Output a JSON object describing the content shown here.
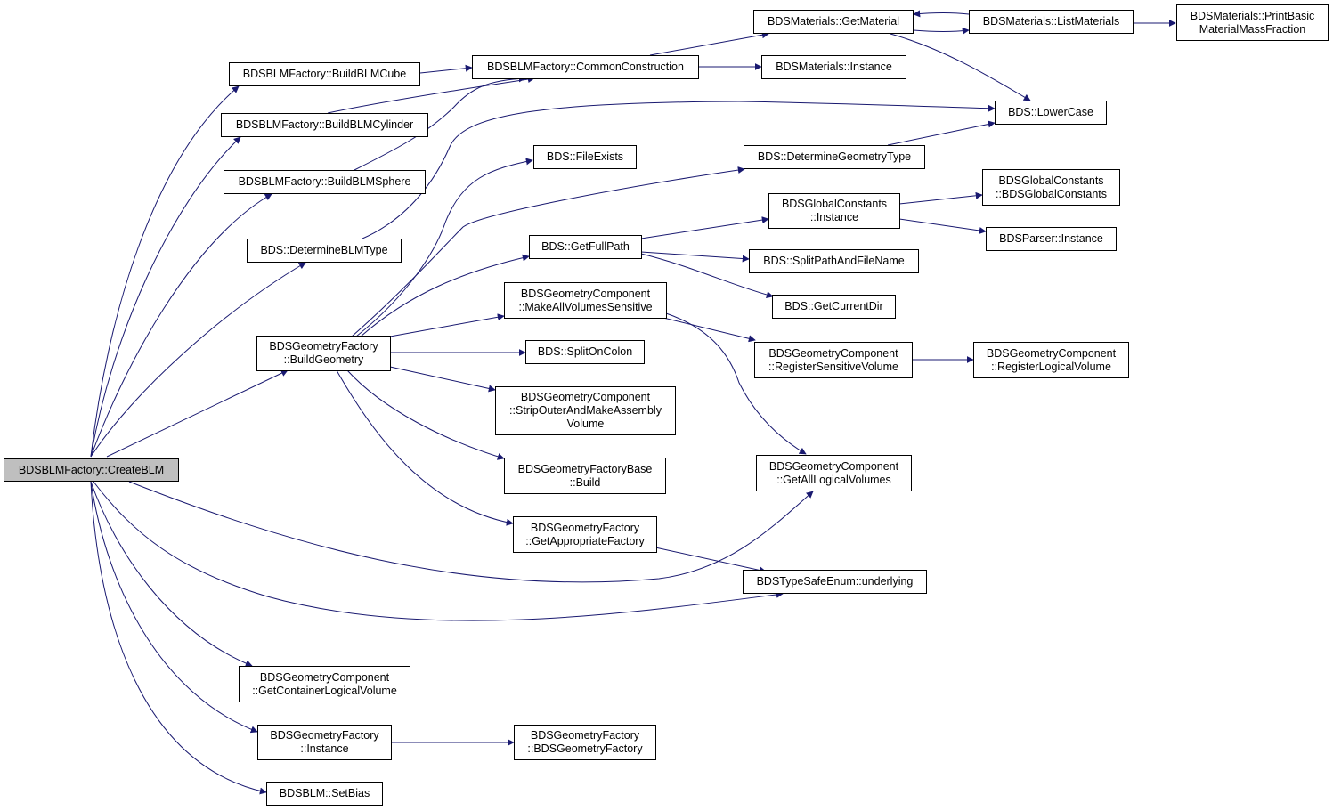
{
  "colors": {
    "edge": "#191970",
    "node_border": "#000000",
    "node_fill": "#ffffff",
    "root_fill": "#bfbfbf",
    "text": "#000000"
  },
  "nodes": {
    "createblm": "BDSBLMFactory::CreateBLM",
    "buildblmcube": "BDSBLMFactory::BuildBLMCube",
    "buildblmcylinder": "BDSBLMFactory::BuildBLMCylinder",
    "buildblmsphere": "BDSBLMFactory::BuildBLMSphere",
    "determineblmtype": "BDS::DetermineBLMType",
    "commonconstruction": "BDSBLMFactory::CommonConstruction",
    "getmaterial": "BDSMaterials::GetMaterial",
    "listmaterials": "BDSMaterials::ListMaterials",
    "printbasic": "BDSMaterials::PrintBasic\nMaterialMassFraction",
    "materialsinstance": "BDSMaterials::Instance",
    "lowercase": "BDS::LowerCase",
    "fileexists": "BDS::FileExists",
    "determinegeometrytype": "BDS::DetermineGeometryType",
    "globalconstantsinstance": "BDSGlobalConstants\n::Instance",
    "globalconstantsctor": "BDSGlobalConstants\n::BDSGlobalConstants",
    "parserinstance": "BDSParser::Instance",
    "getfullpath": "BDS::GetFullPath",
    "splitpathandfilename": "BDS::SplitPathAndFileName",
    "getcurrentdir": "BDS::GetCurrentDir",
    "makeallvolumessensitive": "BDSGeometryComponent\n::MakeAllVolumesSensitive",
    "buildgeometry": "BDSGeometryFactory\n::BuildGeometry",
    "splitoncolon": "BDS::SplitOnColon",
    "registersensitivevolume": "BDSGeometryComponent\n::RegisterSensitiveVolume",
    "registerlogicalvolume": "BDSGeometryComponent\n::RegisterLogicalVolume",
    "stripouter": "BDSGeometryComponent\n::StripOuterAndMakeAssembly\nVolume",
    "factorybasebuild": "BDSGeometryFactoryBase\n::Build",
    "getalllogicalvolumes": "BDSGeometryComponent\n::GetAllLogicalVolumes",
    "getappropriatefactory": "BDSGeometryFactory\n::GetAppropriateFactory",
    "underlying": "BDSTypeSafeEnum::underlying",
    "getcontainerlogicalvolume": "BDSGeometryComponent\n::GetContainerLogicalVolume",
    "geometryfactoryinstance": "BDSGeometryFactory\n::Instance",
    "geometryfactoryctor": "BDSGeometryFactory\n::BDSGeometryFactory",
    "setbias": "BDSBLM::SetBias"
  }
}
